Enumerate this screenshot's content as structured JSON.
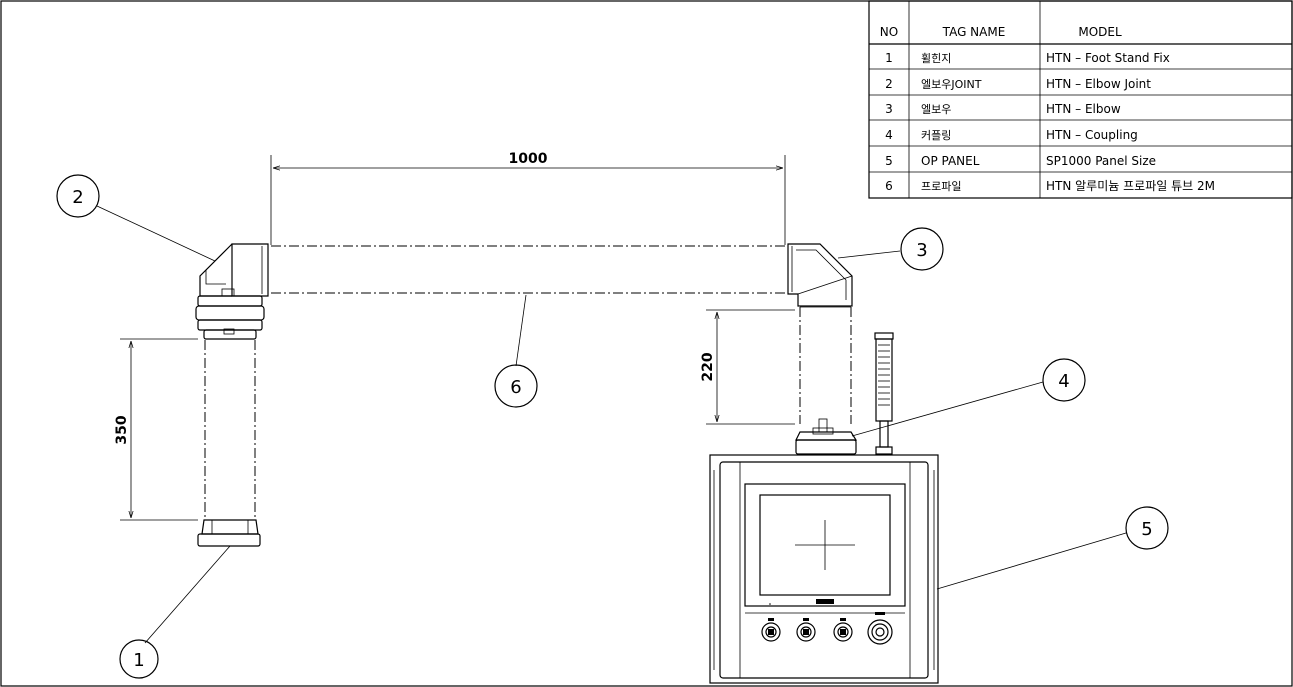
{
  "parts_table": {
    "headers": [
      "NO",
      "TAG NAME",
      "MODEL"
    ],
    "rows": [
      {
        "no": "1",
        "tag": "휠힌지",
        "model": "HTN – Foot Stand Fix"
      },
      {
        "no": "2",
        "tag": "엘보우JOINT",
        "model": "HTN – Elbow Joint"
      },
      {
        "no": "3",
        "tag": "엘보우",
        "model": "HTN – Elbow"
      },
      {
        "no": "4",
        "tag": "커플링",
        "model": "HTN – Coupling"
      },
      {
        "no": "5",
        "tag": "OP PANEL",
        "model": "SP1000 Panel Size"
      },
      {
        "no": "6",
        "tag": "프로파일",
        "model": "HTN 알루미늄 프로파일 튜브 2M"
      }
    ]
  },
  "dimensions": {
    "horizontal_span": "1000",
    "left_vertical": "350",
    "right_vertical": "220"
  },
  "balloons": {
    "b1": "1",
    "b2": "2",
    "b3": "3",
    "b4": "4",
    "b5": "5",
    "b6": "6"
  }
}
